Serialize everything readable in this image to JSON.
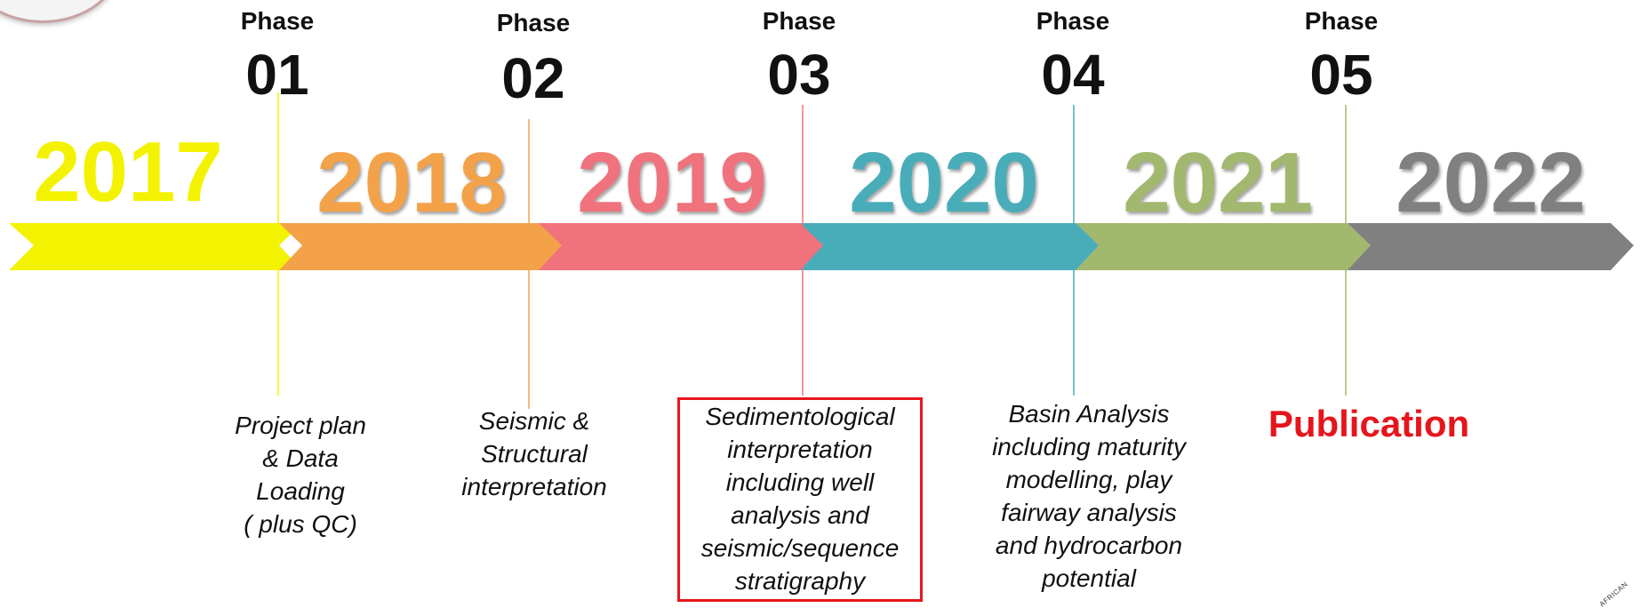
{
  "colors": {
    "yellow": "#f3f200",
    "orange": "#f3a24a",
    "red": "#f0727c",
    "teal": "#49adb9",
    "green": "#a2b86f",
    "gray": "#808080",
    "highlight_border": "#e5151b",
    "publication_text": "#e5151b"
  },
  "years": [
    {
      "label": "2017",
      "color": "#f3f200"
    },
    {
      "label": "2018",
      "color": "#f3a24a"
    },
    {
      "label": "2019",
      "color": "#f0727c"
    },
    {
      "label": "2020",
      "color": "#49adb9"
    },
    {
      "label": "2021",
      "color": "#a2b86f"
    },
    {
      "label": "2022",
      "color": "#808080"
    }
  ],
  "phases": [
    {
      "label": "Phase",
      "number": "01",
      "color": "#f3f200"
    },
    {
      "label": "Phase",
      "number": "02",
      "color": "#f3a24a"
    },
    {
      "label": "Phase",
      "number": "03",
      "color": "#f0727c"
    },
    {
      "label": "Phase",
      "number": "04",
      "color": "#49adb9"
    },
    {
      "label": "Phase",
      "number": "05",
      "color": "#a2b86f"
    }
  ],
  "descriptions": [
    {
      "lines": [
        "Project plan",
        "&  Data",
        "Loading",
        "( plus QC)"
      ]
    },
    {
      "lines": [
        "Seismic &",
        "Structural",
        "interpretation"
      ]
    },
    {
      "lines": [
        "Sedimentological",
        "interpretation",
        "including well",
        "analysis and",
        "seismic/sequence",
        "stratigraphy"
      ],
      "highlighted": true
    },
    {
      "lines": [
        "Basin Analysis",
        "including maturity",
        "modelling, play",
        "fairway analysis",
        "and hydrocarbon",
        "potential"
      ]
    },
    {
      "lines": [
        "Publication"
      ],
      "emphasis": true
    }
  ],
  "corner_mark": "AFRICAN"
}
